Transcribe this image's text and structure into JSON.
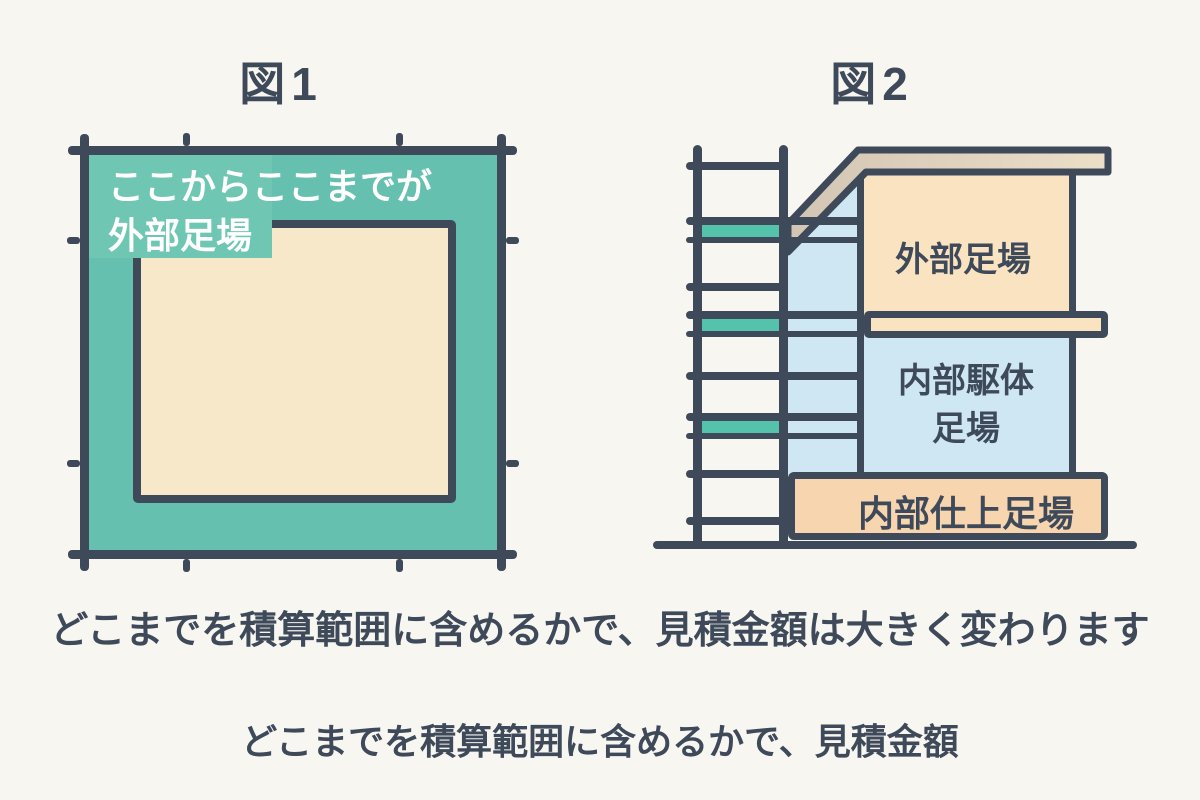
{
  "figure1": {
    "title": "図1",
    "annotation": "ここからここまでが\n外部足場"
  },
  "figure2": {
    "title": "図2",
    "labels": {
      "external_scaffold": "外部足場",
      "internal_frame_scaffold": "内部駆体\n足場",
      "internal_finish_scaffold": "内部仕上足場"
    }
  },
  "caption": {
    "line1": "どこまでを積算範囲に含めるかで、見積金額は大きく変わります",
    "line2": "どこまでを積算範囲に含めるかで、見積金額"
  },
  "colors": {
    "background": "#f8f6f0",
    "outline_dark": "#3e4a5a",
    "teal": "#65c0af",
    "teal_badge": "#6fc6b3",
    "teal_band": "#55c3ab",
    "cream": "#f8e8ca",
    "light_blue": "#cfe7f3",
    "peach_wall": "#fae3c0",
    "peach_band": "#f7d5ae",
    "roof_dark": "#d2c5b3",
    "roof_light": "#ecdfc8"
  }
}
